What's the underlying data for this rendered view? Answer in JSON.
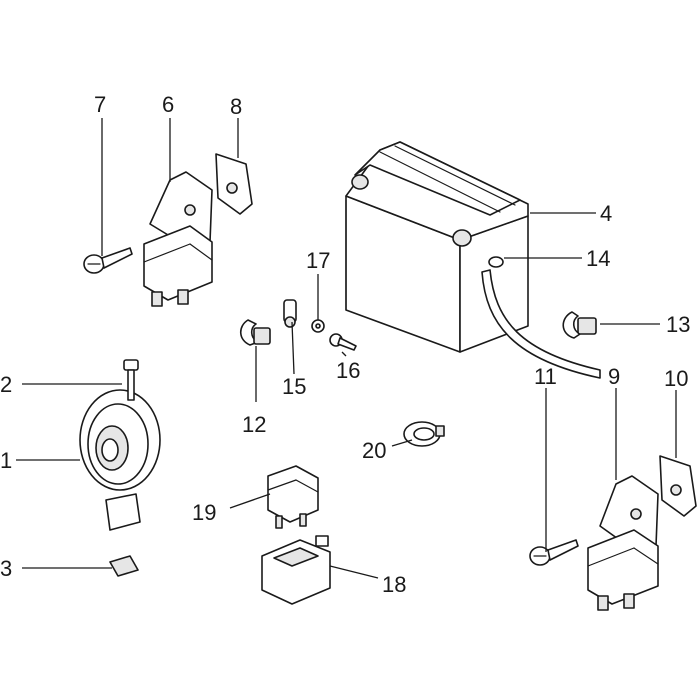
{
  "diagram": {
    "callouts": [
      {
        "id": "1",
        "label": "1"
      },
      {
        "id": "2",
        "label": "2"
      },
      {
        "id": "3",
        "label": "3"
      },
      {
        "id": "4",
        "label": "4"
      },
      {
        "id": "6",
        "label": "6"
      },
      {
        "id": "7",
        "label": "7"
      },
      {
        "id": "8",
        "label": "8"
      },
      {
        "id": "9",
        "label": "9"
      },
      {
        "id": "10",
        "label": "10"
      },
      {
        "id": "11",
        "label": "11"
      },
      {
        "id": "12",
        "label": "12"
      },
      {
        "id": "13",
        "label": "13"
      },
      {
        "id": "14",
        "label": "14"
      },
      {
        "id": "15",
        "label": "15"
      },
      {
        "id": "16",
        "label": "16"
      },
      {
        "id": "17",
        "label": "17"
      },
      {
        "id": "18",
        "label": "18"
      },
      {
        "id": "19",
        "label": "19"
      },
      {
        "id": "20",
        "label": "20"
      }
    ]
  }
}
